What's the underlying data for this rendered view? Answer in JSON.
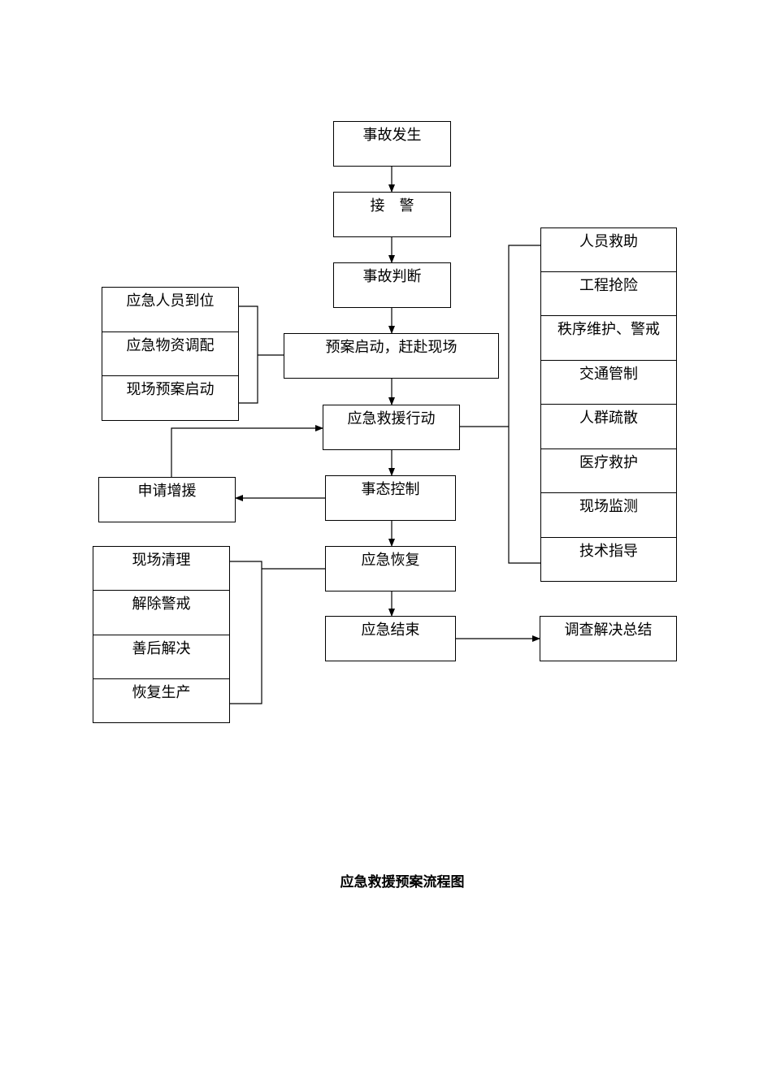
{
  "main_flow": {
    "accident_occurs": "事故发生",
    "receive_alarm": "接　警",
    "accident_judgment": "事故判断",
    "plan_activation": "预案启动，赶赴现场",
    "emergency_rescue_action": "应急救援行动",
    "situation_control": "事态控制",
    "emergency_recovery": "应急恢复",
    "emergency_end": "应急结束"
  },
  "activation_group": [
    "应急人员到位",
    "应急物资调配",
    "现场预案启动"
  ],
  "rescue_group": [
    "人员救助",
    "工程抢险",
    "秩序维护、警戒",
    "交通管制",
    "人群疏散",
    "医疗救护",
    "现场监测",
    "技术指导"
  ],
  "recovery_group": [
    "现场清理",
    "解除警戒",
    "善后解决",
    "恢复生产"
  ],
  "request_reinforcement": "申请增援",
  "investigation_summary": "调查解决总结",
  "caption": "应急救援预案流程图"
}
